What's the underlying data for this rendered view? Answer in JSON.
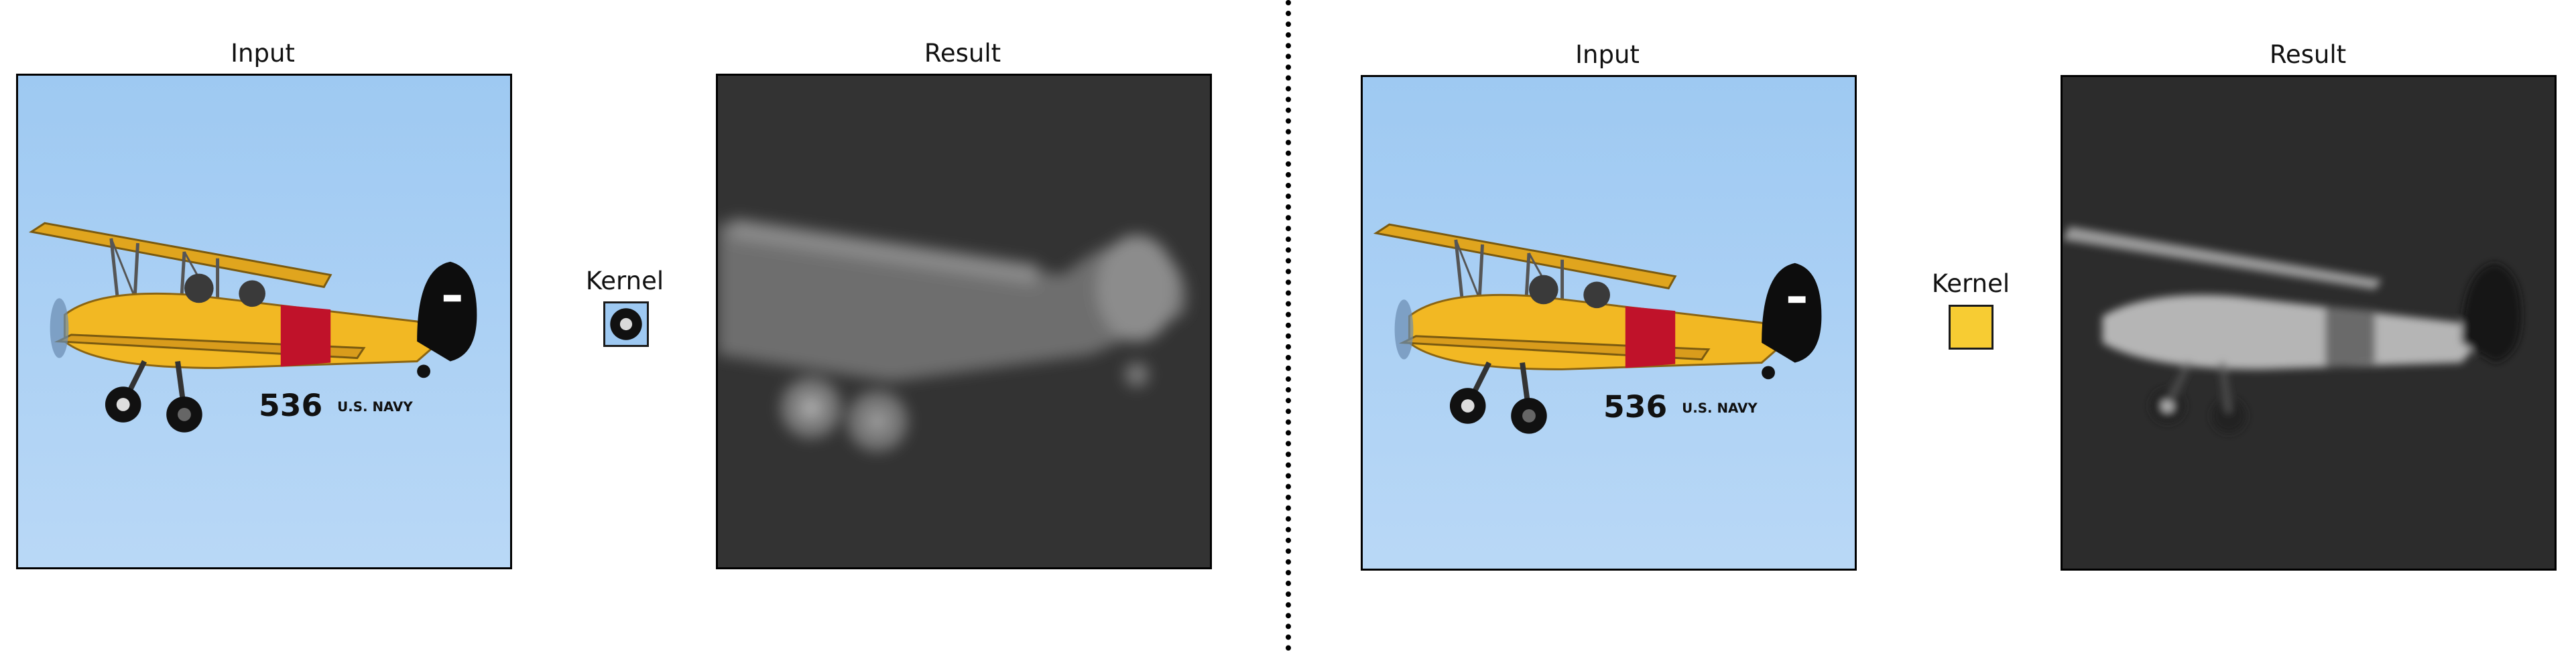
{
  "left_demo": {
    "input_title": "Input",
    "kernel_title": "Kernel",
    "result_title": "Result",
    "kernel_content": "wheel-patch"
  },
  "right_demo": {
    "input_title": "Input",
    "kernel_title": "Kernel",
    "result_title": "Result",
    "kernel_content": "yellow-patch"
  },
  "airplane": {
    "fuselage_text": "536",
    "tail_text": "U.S. NAVY"
  },
  "colors": {
    "sky_top": "#9ec9f2",
    "sky_bottom": "#b5d5f5",
    "plane_yellow": "#f2b823",
    "roundel_red": "#c0122a",
    "result_bg": "#333333",
    "kernel_yellow": "#f7cc33"
  }
}
